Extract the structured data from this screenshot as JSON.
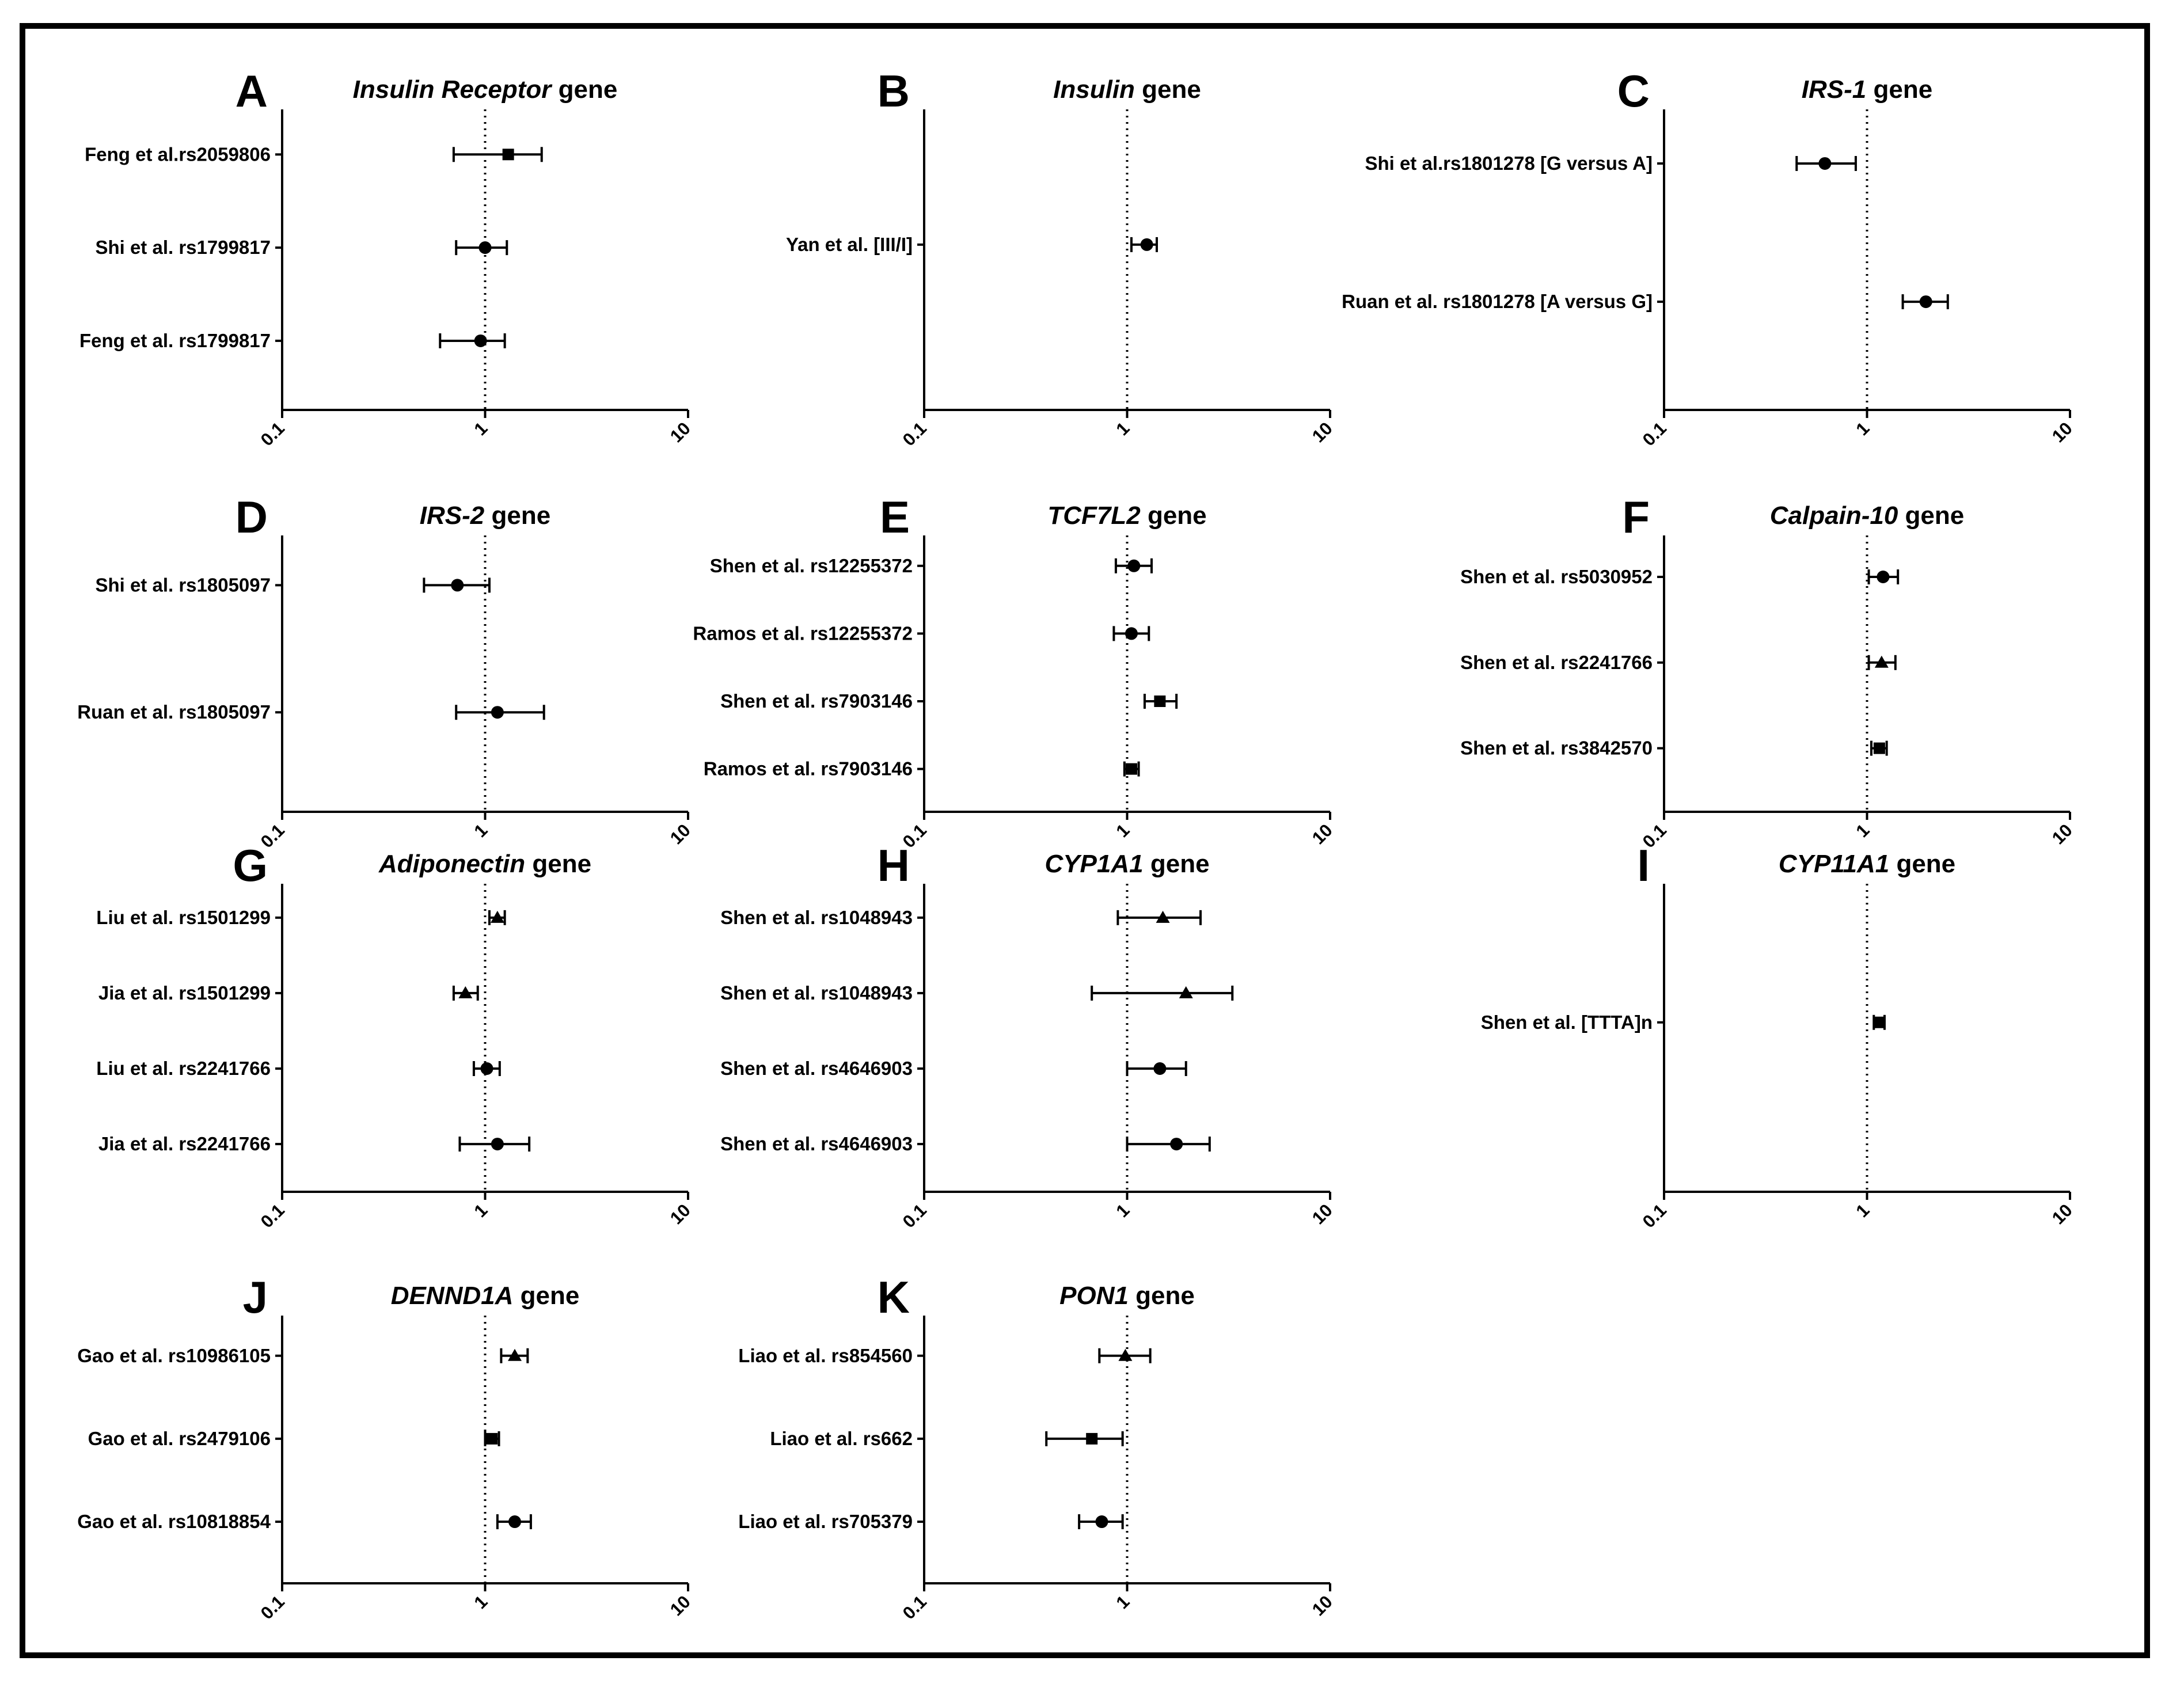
{
  "chart_data": [
    {
      "type": "forest",
      "panel": "A",
      "title": {
        "gene": "Insulin Receptor",
        "suffix": " gene"
      },
      "x_scale": "log",
      "xlim": [
        0.1,
        10
      ],
      "x_ticks": [
        "0.1",
        "1",
        "10"
      ],
      "reference_line": 1,
      "studies": [
        {
          "label": "Feng et al.rs2059806",
          "or": 1.3,
          "lo": 0.7,
          "hi": 1.9,
          "marker": "square"
        },
        {
          "label": "Shi et al. rs1799817",
          "or": 1.0,
          "lo": 0.72,
          "hi": 1.28,
          "marker": "circle"
        },
        {
          "label": "Feng et al. rs1799817",
          "or": 0.95,
          "lo": 0.6,
          "hi": 1.25,
          "marker": "circle"
        }
      ]
    },
    {
      "type": "forest",
      "panel": "B",
      "title": {
        "gene": "Insulin",
        "suffix": " gene"
      },
      "x_scale": "log",
      "xlim": [
        0.1,
        10
      ],
      "x_ticks": [
        "0.1",
        "1",
        "10"
      ],
      "reference_line": 1,
      "studies": [
        {
          "label": "Yan et al. [III/I]",
          "or": 1.25,
          "lo": 1.05,
          "hi": 1.4,
          "marker": "circle"
        }
      ]
    },
    {
      "type": "forest",
      "panel": "C",
      "title": {
        "gene": "IRS-1",
        "suffix": " gene"
      },
      "x_scale": "log",
      "xlim": [
        0.1,
        10
      ],
      "x_ticks": [
        "0.1",
        "1",
        "10"
      ],
      "reference_line": 1,
      "studies": [
        {
          "label": "Shi et al.rs1801278 [G versus A]",
          "or": 0.62,
          "lo": 0.45,
          "hi": 0.88,
          "marker": "circle"
        },
        {
          "label": "Ruan et al. rs1801278 [A versus G]",
          "or": 1.95,
          "lo": 1.5,
          "hi": 2.5,
          "marker": "circle"
        }
      ]
    },
    {
      "type": "forest",
      "panel": "D",
      "title": {
        "gene": "IRS-2",
        "suffix": " gene"
      },
      "x_scale": "log",
      "xlim": [
        0.1,
        10
      ],
      "x_ticks": [
        "0.1",
        "1",
        "10"
      ],
      "reference_line": 1,
      "studies": [
        {
          "label": "Shi et al. rs1805097",
          "or": 0.73,
          "lo": 0.5,
          "hi": 1.05,
          "marker": "circle"
        },
        {
          "label": "Ruan et al. rs1805097",
          "or": 1.15,
          "lo": 0.72,
          "hi": 1.95,
          "marker": "circle"
        }
      ]
    },
    {
      "type": "forest",
      "panel": "E",
      "title": {
        "gene": "TCF7L2",
        "suffix": " gene"
      },
      "x_scale": "log",
      "xlim": [
        0.1,
        10
      ],
      "x_ticks": [
        "0.1",
        "1",
        "10"
      ],
      "reference_line": 1,
      "studies": [
        {
          "label": "Shen et al. rs12255372",
          "or": 1.08,
          "lo": 0.88,
          "hi": 1.32,
          "marker": "circle"
        },
        {
          "label": "Ramos et al. rs12255372",
          "or": 1.05,
          "lo": 0.86,
          "hi": 1.28,
          "marker": "circle"
        },
        {
          "label": "Shen et al. rs7903146",
          "or": 1.45,
          "lo": 1.22,
          "hi": 1.75,
          "marker": "square"
        },
        {
          "label": "Ramos et al. rs7903146",
          "or": 1.05,
          "lo": 0.97,
          "hi": 1.14,
          "marker": "square"
        }
      ]
    },
    {
      "type": "forest",
      "panel": "F",
      "title": {
        "gene": "Calpain-10",
        "suffix": " gene"
      },
      "x_scale": "log",
      "xlim": [
        0.1,
        10
      ],
      "x_ticks": [
        "0.1",
        "1",
        "10"
      ],
      "reference_line": 1,
      "studies": [
        {
          "label": "Shen et al. rs5030952",
          "or": 1.2,
          "lo": 1.02,
          "hi": 1.42,
          "marker": "circle"
        },
        {
          "label": "Shen et al. rs2241766",
          "or": 1.18,
          "lo": 1.02,
          "hi": 1.38,
          "marker": "triangle"
        },
        {
          "label": "Shen et al. rs3842570",
          "or": 1.15,
          "lo": 1.05,
          "hi": 1.25,
          "marker": "square"
        }
      ]
    },
    {
      "type": "forest",
      "panel": "G",
      "title": {
        "gene": "Adiponectin",
        "suffix": " gene"
      },
      "x_scale": "log",
      "xlim": [
        0.1,
        10
      ],
      "x_ticks": [
        "0.1",
        "1",
        "10"
      ],
      "reference_line": 1,
      "studies": [
        {
          "label": "Liu et al. rs1501299",
          "or": 1.15,
          "lo": 1.05,
          "hi": 1.25,
          "marker": "triangle"
        },
        {
          "label": "Jia et al. rs1501299",
          "or": 0.8,
          "lo": 0.7,
          "hi": 0.92,
          "marker": "triangle"
        },
        {
          "label": "Liu et al. rs2241766",
          "or": 1.02,
          "lo": 0.88,
          "hi": 1.18,
          "marker": "circle"
        },
        {
          "label": "Jia et al. rs2241766",
          "or": 1.15,
          "lo": 0.75,
          "hi": 1.65,
          "marker": "circle"
        }
      ]
    },
    {
      "type": "forest",
      "panel": "H",
      "title": {
        "gene": "CYP1A1",
        "suffix": " gene"
      },
      "x_scale": "log",
      "xlim": [
        0.1,
        10
      ],
      "x_ticks": [
        "0.1",
        "1",
        "10"
      ],
      "reference_line": 1,
      "studies": [
        {
          "label": "Shen et al. rs1048943",
          "or": 1.5,
          "lo": 0.9,
          "hi": 2.3,
          "marker": "triangle"
        },
        {
          "label": "Shen et al.  rs1048943",
          "or": 1.95,
          "lo": 0.67,
          "hi": 3.3,
          "marker": "triangle"
        },
        {
          "label": "Shen et al. rs4646903",
          "or": 1.45,
          "lo": 1.0,
          "hi": 1.95,
          "marker": "circle"
        },
        {
          "label": "Shen et al. rs4646903",
          "or": 1.75,
          "lo": 1.0,
          "hi": 2.55,
          "marker": "circle"
        }
      ]
    },
    {
      "type": "forest",
      "panel": "I",
      "title": {
        "gene": "CYP11A1",
        "suffix": " gene"
      },
      "x_scale": "log",
      "xlim": [
        0.1,
        10
      ],
      "x_ticks": [
        "0.1",
        "1",
        "10"
      ],
      "reference_line": 1,
      "studies": [
        {
          "label": "Shen et al. [TTTA]n",
          "or": 1.15,
          "lo": 1.08,
          "hi": 1.22,
          "marker": "square"
        }
      ]
    },
    {
      "type": "forest",
      "panel": "J",
      "title": {
        "gene": "DENND1A",
        "suffix": " gene"
      },
      "x_scale": "log",
      "xlim": [
        0.1,
        10
      ],
      "x_ticks": [
        "0.1",
        "1",
        "10"
      ],
      "reference_line": 1,
      "studies": [
        {
          "label": "Gao et al. rs10986105",
          "or": 1.4,
          "lo": 1.2,
          "hi": 1.62,
          "marker": "triangle"
        },
        {
          "label": "Gao et al. rs2479106",
          "or": 1.08,
          "lo": 1.0,
          "hi": 1.17,
          "marker": "square"
        },
        {
          "label": "Gao et al. rs10818854",
          "or": 1.4,
          "lo": 1.15,
          "hi": 1.68,
          "marker": "circle"
        }
      ]
    },
    {
      "type": "forest",
      "panel": "K",
      "title": {
        "gene": "PON1",
        "suffix": " gene"
      },
      "x_scale": "log",
      "xlim": [
        0.1,
        10
      ],
      "x_ticks": [
        "0.1",
        "1",
        "10"
      ],
      "reference_line": 1,
      "studies": [
        {
          "label": "Liao et al. rs854560",
          "or": 0.98,
          "lo": 0.73,
          "hi": 1.3,
          "marker": "triangle"
        },
        {
          "label": "Liao et al. rs662",
          "or": 0.67,
          "lo": 0.4,
          "hi": 0.95,
          "marker": "square"
        },
        {
          "label": "Liao et al. rs705379",
          "or": 0.75,
          "lo": 0.58,
          "hi": 0.95,
          "marker": "circle"
        }
      ]
    }
  ]
}
